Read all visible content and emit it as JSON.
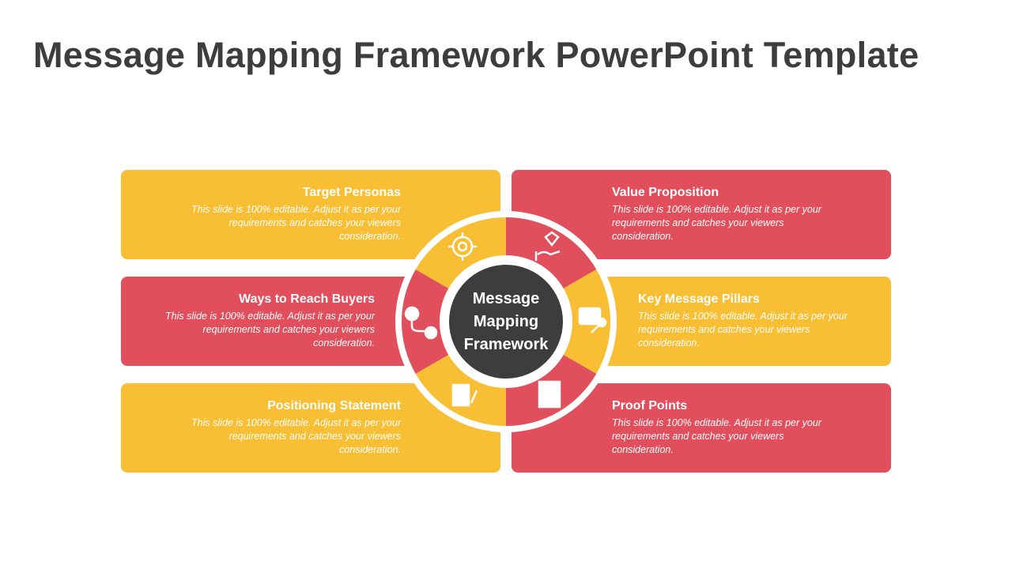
{
  "title": "Message Mapping Framework PowerPoint Template",
  "center": {
    "line1": "Message",
    "line2": "Mapping",
    "line3": "Framework"
  },
  "items": [
    {
      "title": "Target Personas",
      "desc": "This slide is 100% editable. Adjust it as per your requirements and catches your viewers consideration.",
      "icon": "target-personas-icon"
    },
    {
      "title": "Value Proposition",
      "desc": "This slide is 100% editable. Adjust it as per your requirements and catches your viewers consideration.",
      "icon": "diamond-hand-icon"
    },
    {
      "title": "Ways to Reach Buyers",
      "desc": "This slide is 100% editable. Adjust it as per your requirements and catches your viewers consideration.",
      "icon": "route-pin-icon"
    },
    {
      "title": "Key Message Pillars",
      "desc": "This slide is 100% editable. Adjust it as per your requirements and catches your viewers consideration.",
      "icon": "message-key-icon"
    },
    {
      "title": "Positioning Statement",
      "desc": "This slide is 100% editable. Adjust it as per your requirements and catches your viewers consideration.",
      "icon": "document-pen-icon"
    },
    {
      "title": "Proof Points",
      "desc": "This slide is 100% editable. Adjust it as per your requirements and catches your viewers consideration.",
      "icon": "checklist-icon"
    }
  ],
  "colors": {
    "yellow": "#F8BE34",
    "red": "#E04F5B",
    "dark": "#3d3d3d"
  }
}
